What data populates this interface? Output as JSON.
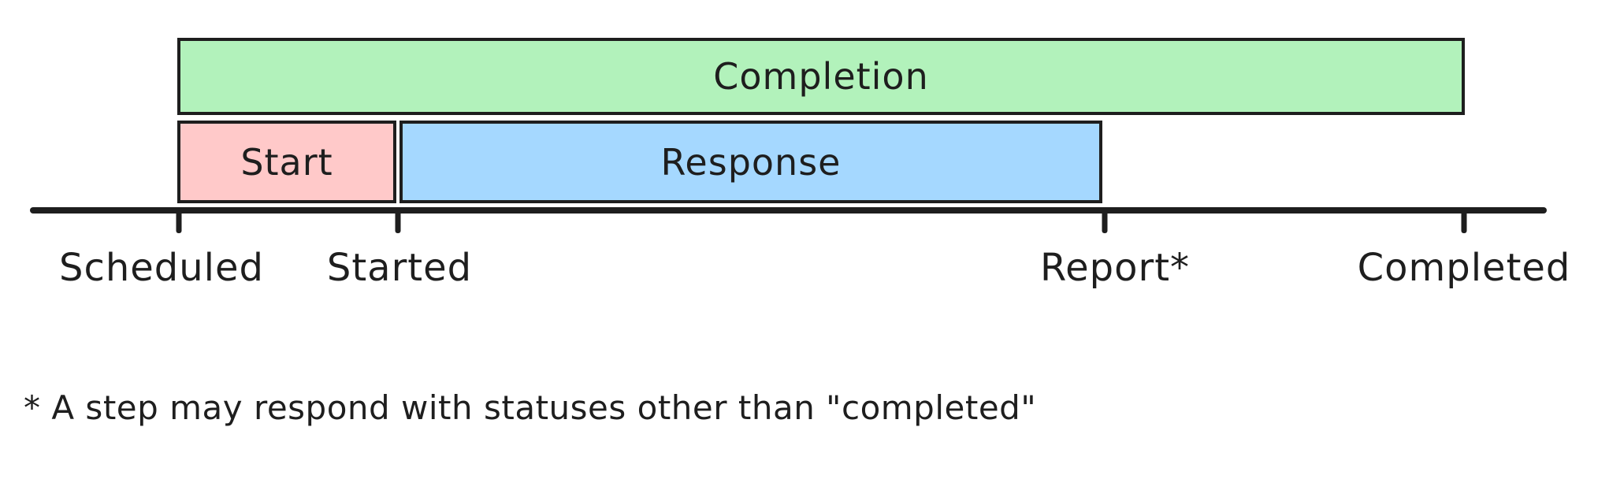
{
  "diagram": {
    "title": "step-lifecycle-timeline",
    "stroke_color": "#1e1e1e",
    "background_color": "#ffffff",
    "bars": [
      {
        "id": "completion",
        "label": "Completion",
        "fill": "#b2f2bb",
        "from_milestone": "Scheduled",
        "to_milestone": "Completed"
      },
      {
        "id": "start",
        "label": "Start",
        "fill": "#ffc9c9",
        "from_milestone": "Scheduled",
        "to_milestone": "Started"
      },
      {
        "id": "response",
        "label": "Response",
        "fill": "#a5d8ff",
        "from_milestone": "Started",
        "to_milestone": "Report*"
      }
    ],
    "milestones": [
      {
        "label": "Scheduled"
      },
      {
        "label": "Started"
      },
      {
        "label": "Report*"
      },
      {
        "label": "Completed"
      }
    ],
    "footnote": "* A step may respond with statuses other than \"completed\""
  }
}
